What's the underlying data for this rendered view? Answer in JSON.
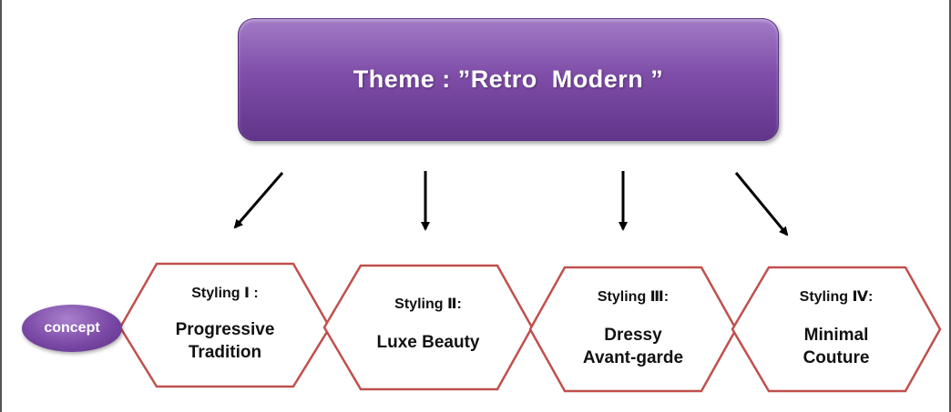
{
  "theme": {
    "label": "Theme : ”Retro  Modern ”",
    "color": "#7f4ea9"
  },
  "concept": {
    "label": "concept",
    "color": "#7b49a6"
  },
  "stylings": [
    {
      "heading": "Styling Ⅰ :",
      "title_line1": "Progressive",
      "title_line2": "Tradition"
    },
    {
      "heading": "Styling Ⅱ:",
      "title_line1": "Luxe Beauty",
      "title_line2": ""
    },
    {
      "heading": "Styling Ⅲ:",
      "title_line1": "Dressy",
      "title_line2": "Avant-garde"
    },
    {
      "heading": "Styling Ⅳ:",
      "title_line1": "Minimal",
      "title_line2": "Couture"
    }
  ],
  "colors": {
    "hexagon_border": "#c0504d",
    "arrow": "#000000"
  }
}
